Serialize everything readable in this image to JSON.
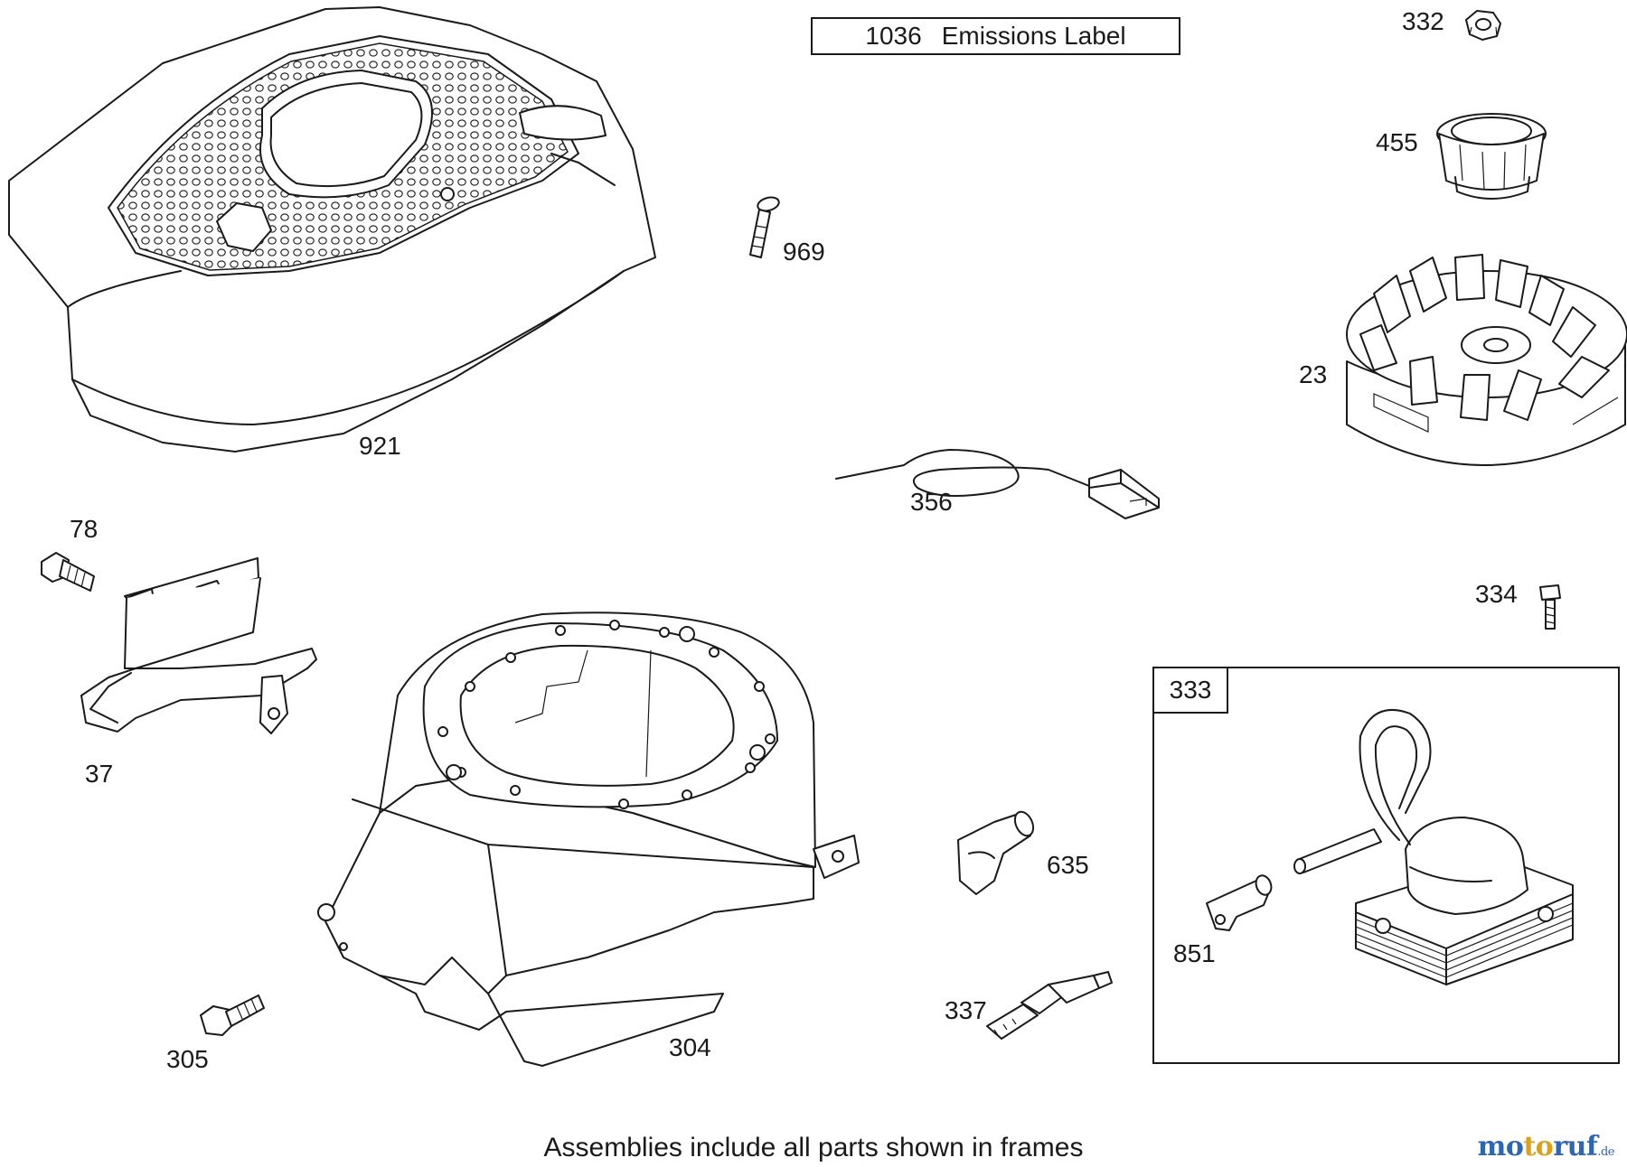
{
  "header": {
    "emissions_label": {
      "part_number": "1036",
      "text": "Emissions Label"
    }
  },
  "callouts": {
    "p332": "332",
    "p455": "455",
    "p969": "969",
    "p23": "23",
    "p921": "921",
    "p356": "356",
    "p78": "78",
    "p334": "334",
    "p333": "333",
    "p37": "37",
    "p635": "635",
    "p851": "851",
    "p337": "337",
    "p305": "305",
    "p304": "304"
  },
  "footer": {
    "note": "Assemblies include all parts shown in frames"
  },
  "watermark": {
    "brand_part1": "mo",
    "brand_part2": "to",
    "brand_part3": "ruf",
    "tld": ".de"
  },
  "colors": {
    "ink": "#1a1a1a",
    "logo_blue": "#2f66b3",
    "logo_gold": "#d9a21a"
  }
}
